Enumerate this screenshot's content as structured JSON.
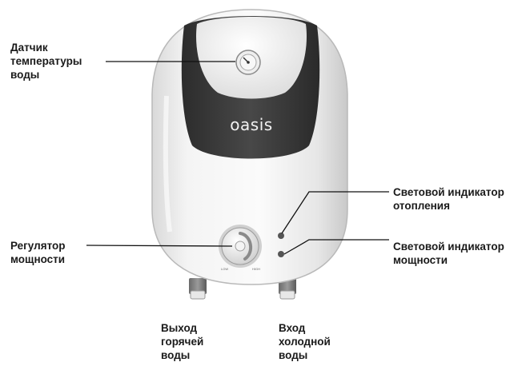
{
  "brand": {
    "logo_text": "oasis"
  },
  "dial": {
    "low_label": "LOW",
    "high_label": "HIGH"
  },
  "labels": {
    "temperature_sensor": "Датчик\nтемпературы\nводы",
    "power_regulator": "Регулятор\nмощности",
    "heating_indicator": "Световой индикатор\nотопления",
    "power_indicator": "Световой индикатор\nмощности",
    "hot_water_outlet": "Выход\nгорячей\nводы",
    "cold_water_inlet": "Вход\nхолодной\nводы"
  },
  "colors": {
    "body": "#f2f2f2",
    "dark_panel": "#3b3b3b",
    "label_text": "#1a1a1a",
    "leader_line": "#111111"
  }
}
